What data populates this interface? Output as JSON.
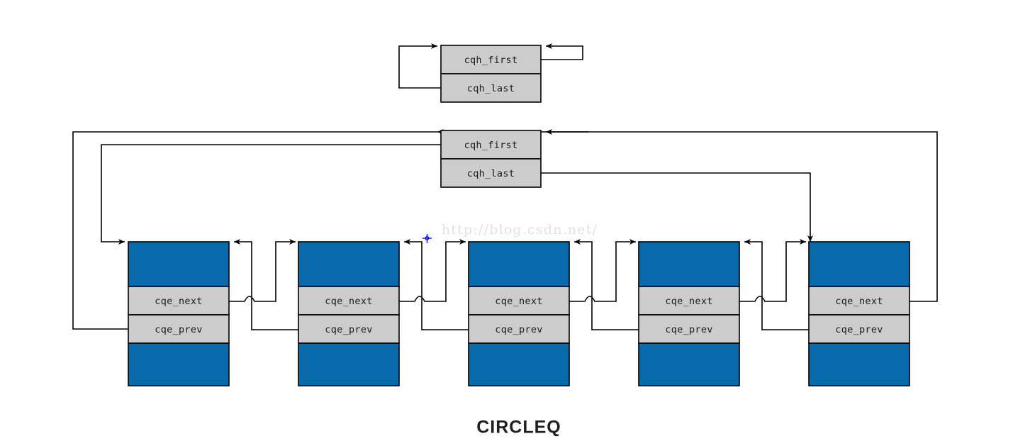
{
  "diagram": {
    "title": "CIRCLEQ",
    "watermark": "http://blog.csdn.net/",
    "colors": {
      "node_body": "#0869AD",
      "field_fill": "#CCCCCC",
      "head_fill": "#CCCCCC",
      "stroke": "#000000",
      "watermark_text": "#E2E2E2",
      "title_text": "#221F1F",
      "crosshair": "#1414C8",
      "background": "#FFFFFF"
    },
    "empty_head": {
      "name": "empty-circleq-head",
      "fields": [
        {
          "label": "cqh_first"
        },
        {
          "label": "cqh_last"
        }
      ]
    },
    "populated_head": {
      "name": "populated-circleq-head",
      "fields": [
        {
          "label": "cqh_first"
        },
        {
          "label": "cqh_last"
        }
      ]
    },
    "elements": [
      {
        "index": 1,
        "fields": [
          {
            "label": "cqe_next"
          },
          {
            "label": "cqe_prev"
          }
        ]
      },
      {
        "index": 2,
        "fields": [
          {
            "label": "cqe_next"
          },
          {
            "label": "cqe_prev"
          }
        ]
      },
      {
        "index": 3,
        "fields": [
          {
            "label": "cqe_next"
          },
          {
            "label": "cqe_prev"
          }
        ]
      },
      {
        "index": 4,
        "fields": [
          {
            "label": "cqe_next"
          },
          {
            "label": "cqe_prev"
          }
        ]
      },
      {
        "index": 5,
        "fields": [
          {
            "label": "cqe_next"
          },
          {
            "label": "cqe_prev"
          }
        ]
      }
    ]
  }
}
